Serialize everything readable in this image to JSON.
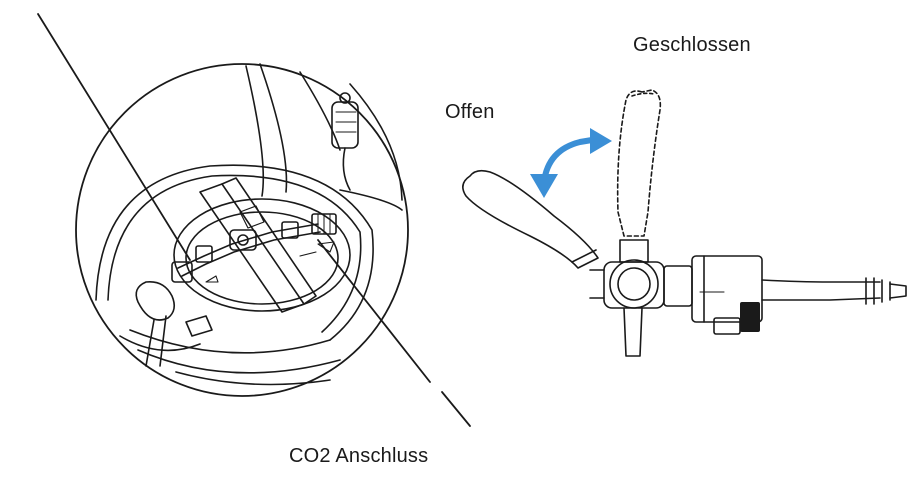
{
  "labels": {
    "closed": "Geschlossen",
    "open": "Offen",
    "co2_connection": "CO2 Anschluss"
  },
  "colors": {
    "line": "#1a1a1a",
    "arrow": "#3b8fd6",
    "background": "#ffffff"
  },
  "icons": {
    "rotate": "curved-double-arrow-icon"
  }
}
